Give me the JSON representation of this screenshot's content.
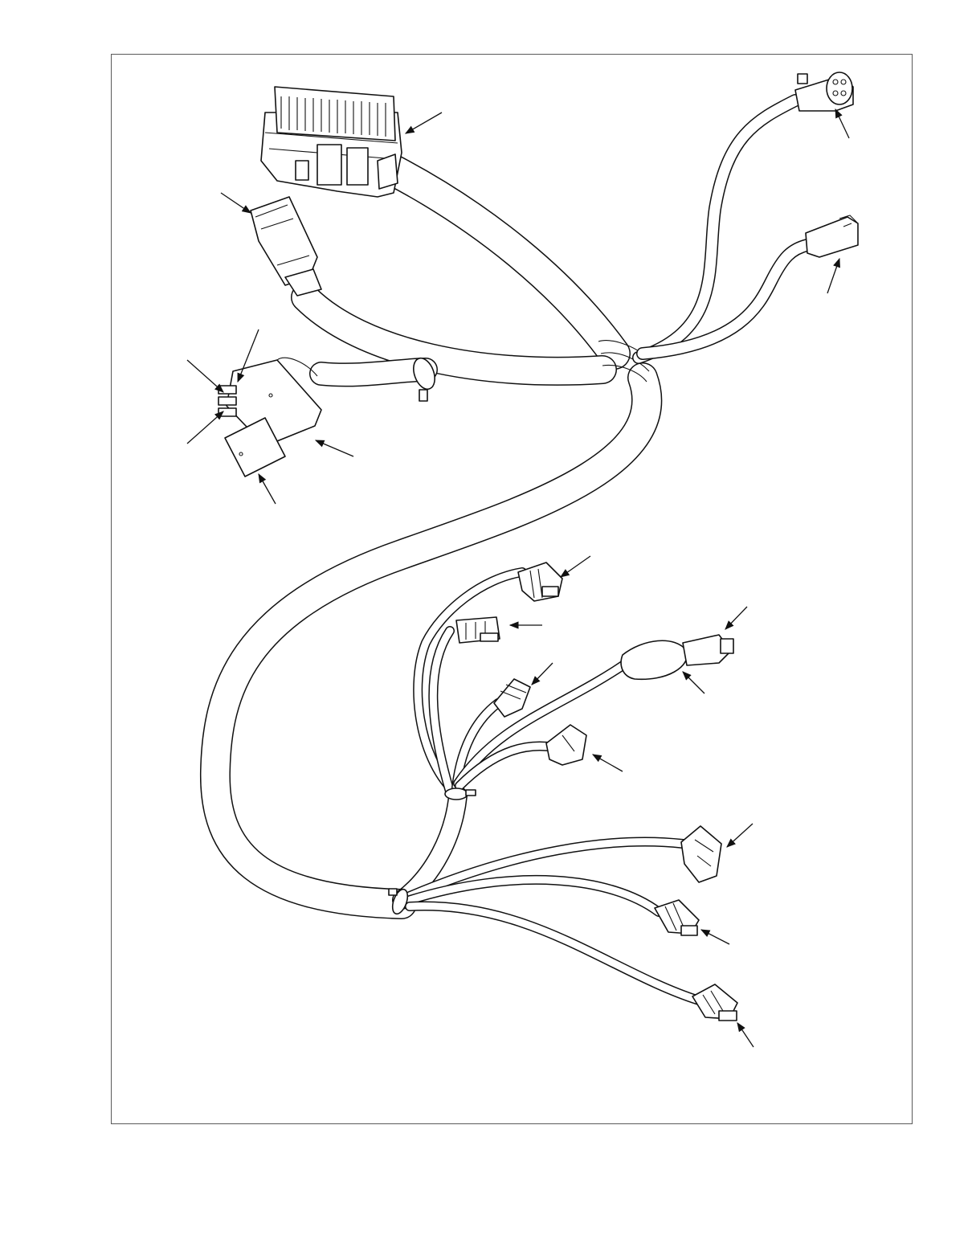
{
  "colors": {
    "line": "#111111",
    "frame": "#5a5a5a",
    "background": "#ffffff"
  },
  "connectors": [
    {
      "id": "ecm-main-connector"
    },
    {
      "id": "connector-top-right-round"
    },
    {
      "id": "connector-right-rect"
    },
    {
      "id": "connector-left-upper"
    },
    {
      "id": "relay-block"
    },
    {
      "id": "sensor-a"
    },
    {
      "id": "sensor-b"
    },
    {
      "id": "sensor-c"
    },
    {
      "id": "sensor-d-boot"
    },
    {
      "id": "sensor-e"
    },
    {
      "id": "injector-f"
    },
    {
      "id": "sensor-g"
    },
    {
      "id": "sensor-h"
    }
  ]
}
